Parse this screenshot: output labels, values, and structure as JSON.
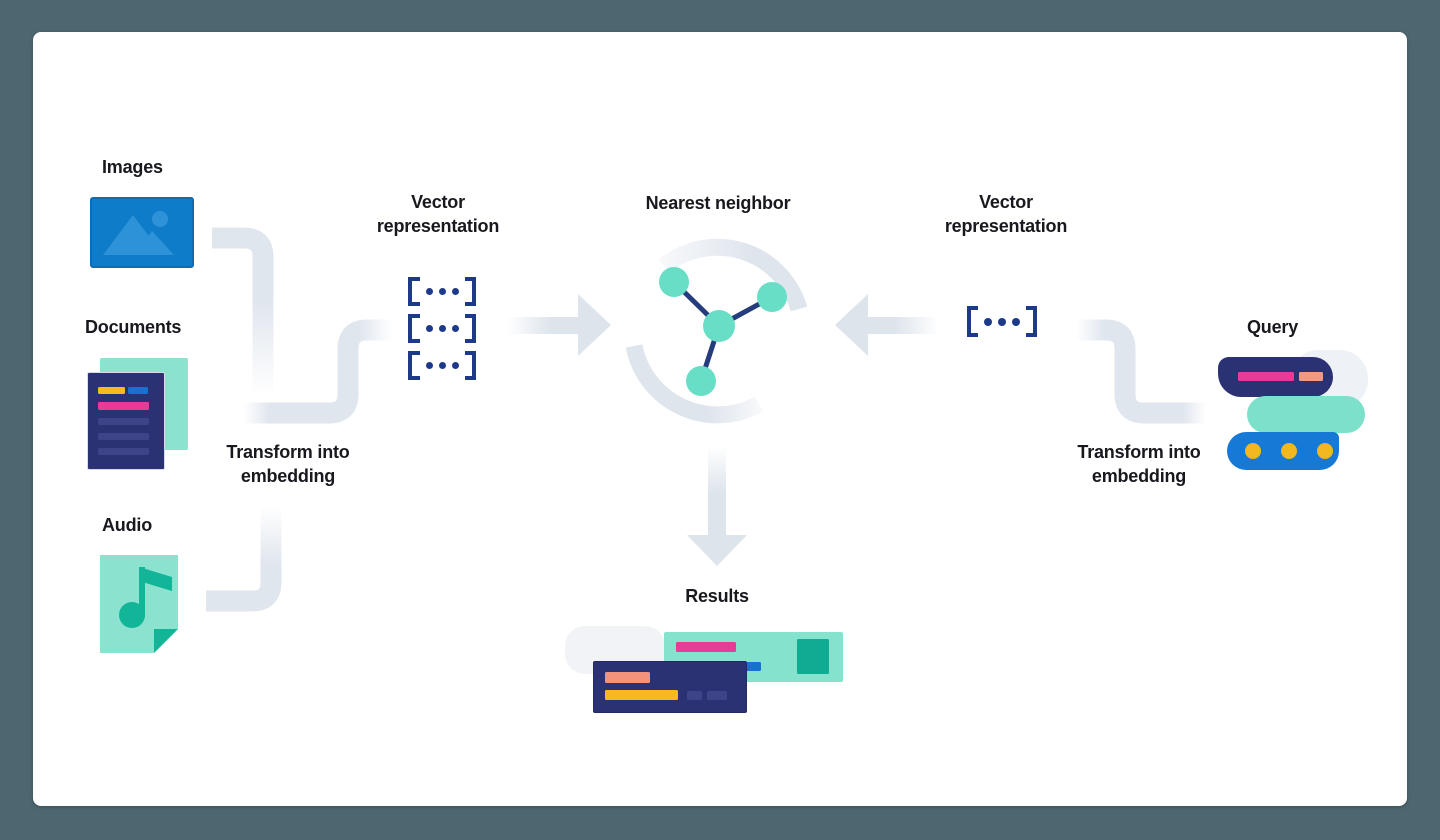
{
  "labels": {
    "images": "Images",
    "documents": "Documents",
    "audio": "Audio",
    "transform_left": "Transform into embedding",
    "vector_left": "Vector representation",
    "nearest_neighbor": "Nearest neighbor",
    "vector_right": "Vector representation",
    "transform_right": "Transform into embedding",
    "query": "Query",
    "results": "Results"
  },
  "colors": {
    "background": "#4d6670",
    "card": "#ffffff",
    "text": "#18181f",
    "pipe_gray": "#e0e6ee",
    "arrow_gray": "#dde4ec",
    "bracket_navy": "#1d3a8a",
    "graph_edge_navy": "#253c7d",
    "graph_node_mint": "#68dec6",
    "image_icon_blue": "#0e7cc9",
    "image_icon_blue_light": "#2e92d8",
    "mint_page": "#8ae2cf",
    "teal_dark": "#12b598",
    "document_navy": "#2b3273",
    "bar_yellow": "#f6bb1b",
    "bar_blue": "#1672cf",
    "bar_pink": "#e83a97",
    "bar_indigo": "#3d4487",
    "bar_salmon": "#f2937b",
    "results_teal_card": "#84e2cd",
    "results_teal_square": "#10ab92",
    "query_blue": "#1779d6",
    "query_dot_yellow": "#f3b71f"
  }
}
